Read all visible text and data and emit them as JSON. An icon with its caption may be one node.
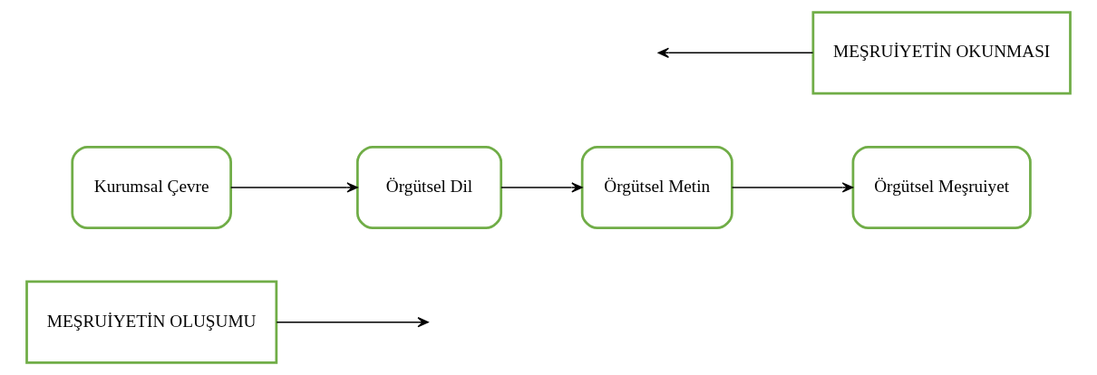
{
  "diagram": {
    "nodes": [
      {
        "text": [
          "MEŞRUİYETİN OLUŞUMU"
        ]
      },
      {
        "text": [
          "Kurumsal Çevre"
        ]
      },
      {
        "text": [
          "Örgütsel Dil"
        ]
      },
      {
        "text": [
          "Örgütsel Metin"
        ]
      },
      {
        "text": [
          "Örgütsel Meşruiyet"
        ]
      },
      {
        "text": [
          "MEŞRUİYETİN OKUNMASI"
        ]
      }
    ],
    "edges": [
      {
        "from": 0,
        "to": null,
        "arrow": "to"
      },
      {
        "from": 1,
        "to": 2,
        "arrow": "to"
      },
      {
        "from": 2,
        "to": 3,
        "arrow": "to"
      },
      {
        "from": 3,
        "to": 4,
        "arrow": "to"
      },
      {
        "from": 5,
        "to": null,
        "arrow": "to"
      }
    ]
  }
}
